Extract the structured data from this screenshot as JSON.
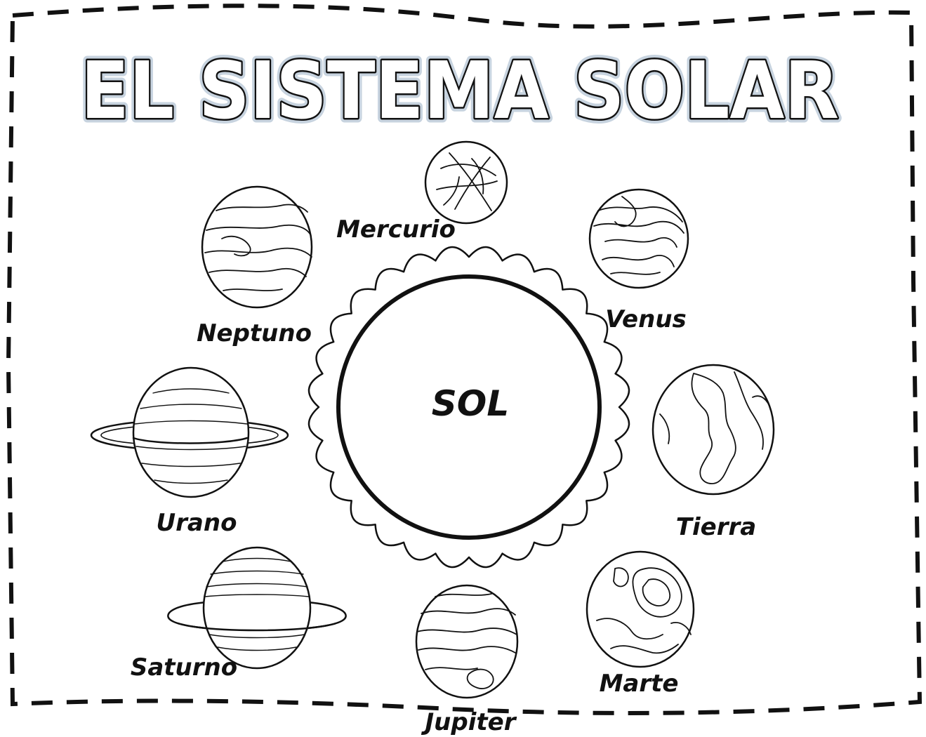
{
  "title": "EL SISTEMA SOLAR",
  "sun": {
    "label": "SOL"
  },
  "planets": {
    "mercurio": "Mercurio",
    "venus": "Venus",
    "tierra": "Tierra",
    "marte": "Marte",
    "jupiter": "Jupiter",
    "saturno": "Saturno",
    "urano": "Urano",
    "neptuno": "Neptuno"
  },
  "colors": {
    "ink": "#111111",
    "paper": "#ffffff",
    "title_halo": "#9ab0c6"
  }
}
